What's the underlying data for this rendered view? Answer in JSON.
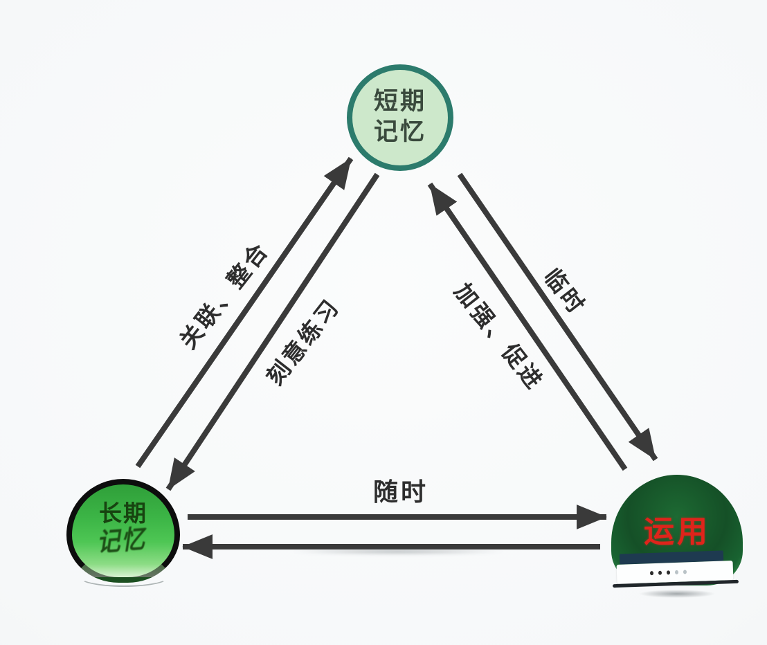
{
  "background": "#f6f8f9",
  "arrow_color": "#3a3a3a",
  "nodes": {
    "short_term_memory": {
      "line1": "短期",
      "line2": "记忆",
      "fill": "#cde8cb",
      "border_color": "#2c7b6c",
      "text_color": "#3a4a3d"
    },
    "long_term_memory": {
      "line1": "长期",
      "line2": "记忆",
      "fill": "#3db647",
      "border_color": "#0d0d0d",
      "text_color": "#174310"
    },
    "application": {
      "label": "运用",
      "fill": "#155027",
      "text_color": "#df241b"
    }
  },
  "edge_labels": {
    "long_to_short": "关联、整合",
    "short_to_long": "刻意练习",
    "apply_to_short": "加强、促进",
    "short_to_apply": "临时",
    "long_apply_bidirectional": "随时"
  }
}
